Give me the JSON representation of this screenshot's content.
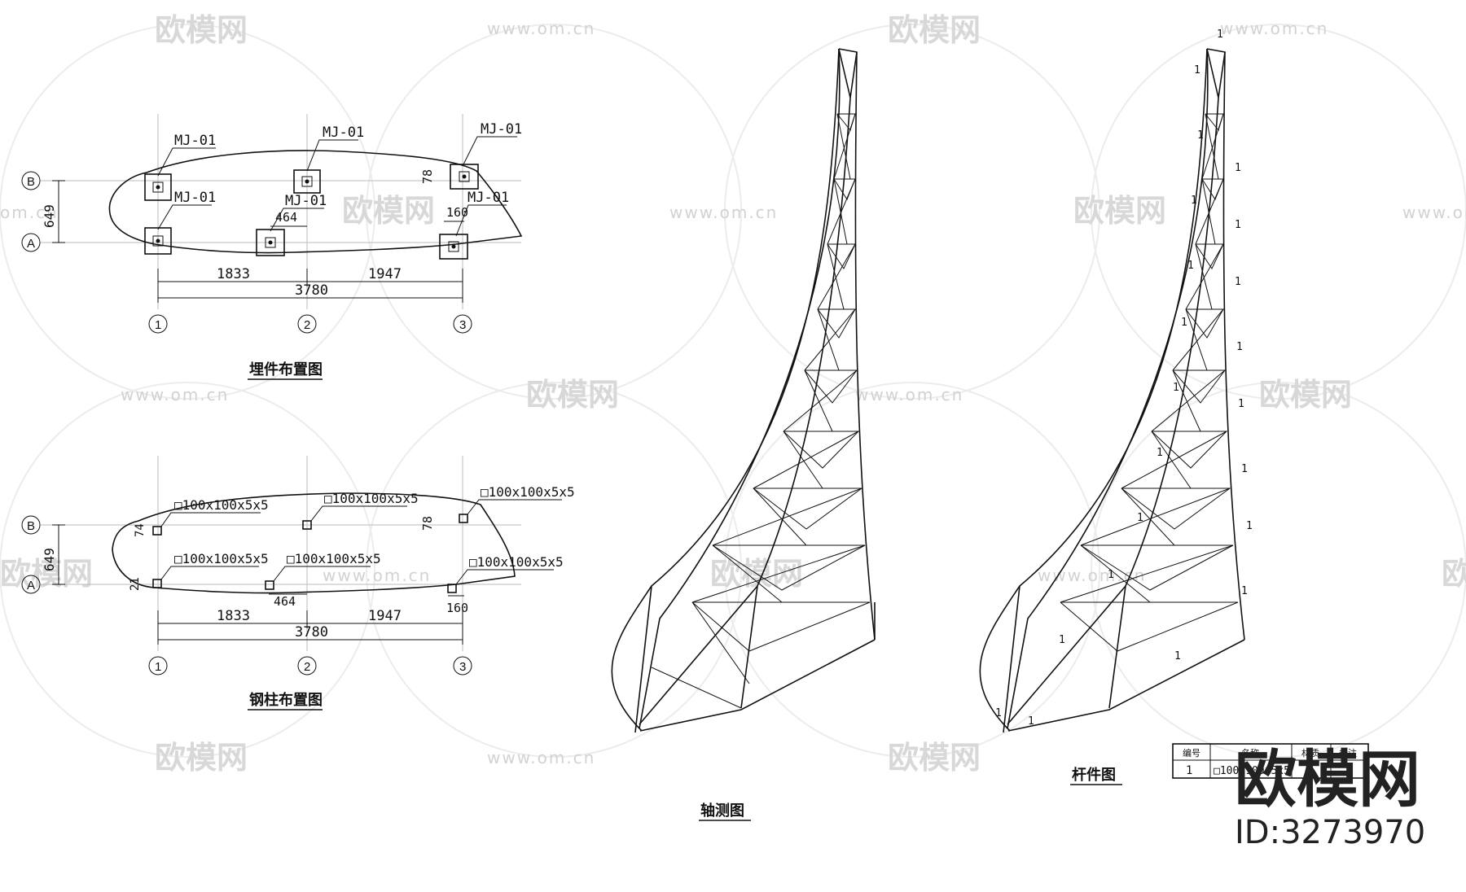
{
  "watermark": {
    "logo_text": "欧模网",
    "url_text": "www.om.cn",
    "url_partial": "om.cn"
  },
  "embed_plan": {
    "title": "埋件布置图",
    "grid_rows": [
      "B",
      "A"
    ],
    "grid_cols": [
      "1",
      "2",
      "3"
    ],
    "part_label": "MJ-01",
    "dim_total": "3780",
    "dim_left": "1833",
    "dim_right": "1947",
    "dim_rows": "649",
    "dim_464": "464",
    "dim_160": "160",
    "dim_78": "78"
  },
  "column_plan": {
    "title": "钢柱布置图",
    "grid_rows": [
      "B",
      "A"
    ],
    "grid_cols": [
      "1",
      "2",
      "3"
    ],
    "section_label": "□100x100x5x5",
    "dim_total": "3780",
    "dim_left": "1833",
    "dim_right": "1947",
    "dim_rows": "649",
    "dim_464": "464",
    "dim_160": "160",
    "dim_78": "78",
    "dim_74": "74",
    "dim_21": "21"
  },
  "axonometric": {
    "title": "轴测图"
  },
  "member_view": {
    "title": "杆件图",
    "member_mark": "1",
    "table": {
      "headers": [
        "编号",
        "名称",
        "材质",
        "备注"
      ],
      "row": [
        "1",
        "□100x100x5x5",
        "",
        ""
      ]
    }
  },
  "brand": {
    "logo": "欧模网",
    "id": "ID:3273970"
  }
}
